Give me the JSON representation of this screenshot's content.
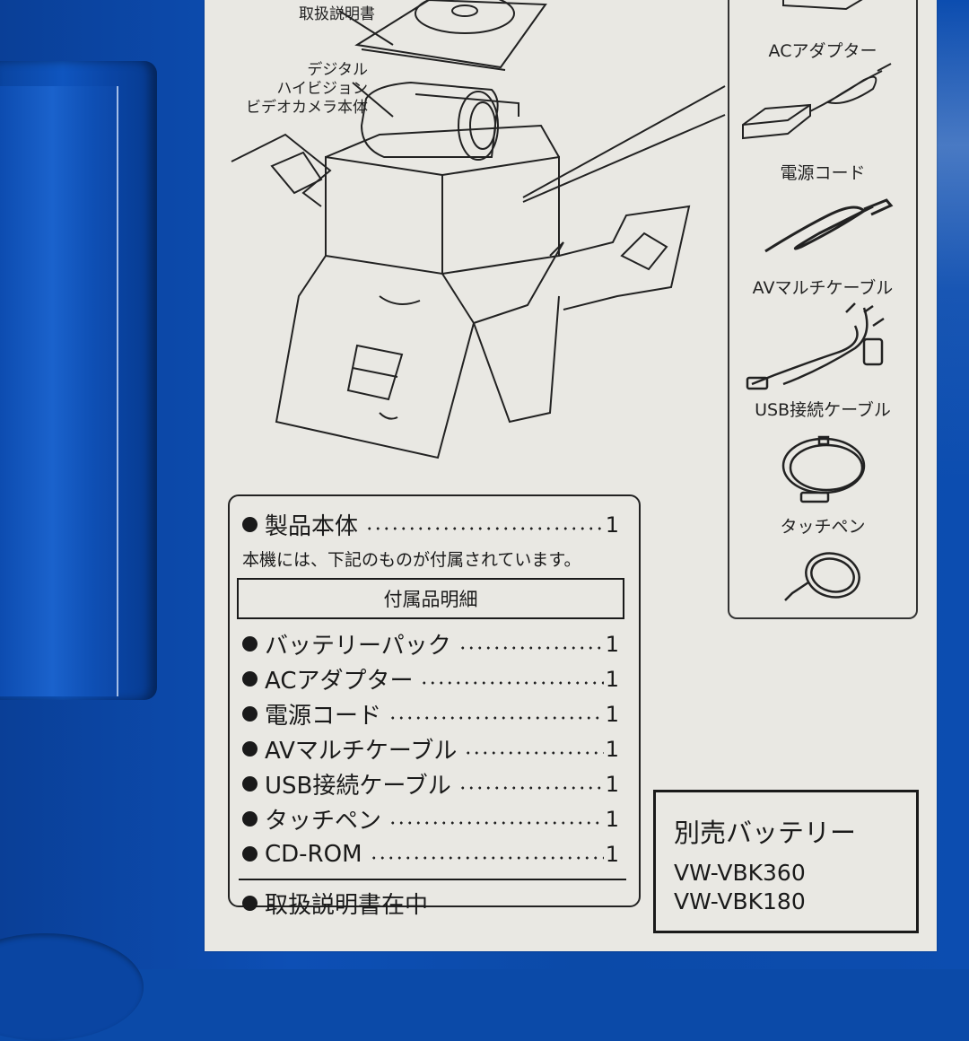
{
  "scene": {
    "description": "Photo of the side panel of a Panasonic digital high-definition video camera box showing package contents",
    "box_color": "#0b4aa8",
    "label_color": "#e9e8e3"
  },
  "diagram": {
    "callouts": {
      "manual": "取扱説明書",
      "camera_line1": "デジタル",
      "camera_line2": "ハイビジョン",
      "camera_line3": "ビデオカメラ本体"
    }
  },
  "accessory_panel": {
    "items": [
      {
        "label": "ACアダプター",
        "icon": "ac-adapter-icon"
      },
      {
        "label": "電源コード",
        "icon": "power-cord-icon"
      },
      {
        "label": "AVマルチケーブル",
        "icon": "av-multi-cable-icon"
      },
      {
        "label": "USB接続ケーブル",
        "icon": "usb-cable-icon"
      },
      {
        "label": "タッチペン",
        "icon": "touch-pen-icon"
      }
    ]
  },
  "contents": {
    "main_item": {
      "name": "製品本体",
      "qty": "1"
    },
    "note": "本機には、下記のものが付属されています。",
    "subheading": "付属品明細",
    "items": [
      {
        "name": "バッテリーパック",
        "qty": "1"
      },
      {
        "name": "ACアダプター",
        "qty": "1"
      },
      {
        "name": "電源コード",
        "qty": "1"
      },
      {
        "name": "AVマルチケーブル",
        "qty": "1"
      },
      {
        "name": "USB接続ケーブル",
        "qty": "1"
      },
      {
        "name": "タッチペン",
        "qty": "1"
      },
      {
        "name": "CD-ROM",
        "qty": "1"
      }
    ],
    "footer": "取扱説明書在中"
  },
  "battery": {
    "title": "別売バッテリー",
    "models": [
      "VW-VBK360",
      "VW-VBK180"
    ]
  }
}
